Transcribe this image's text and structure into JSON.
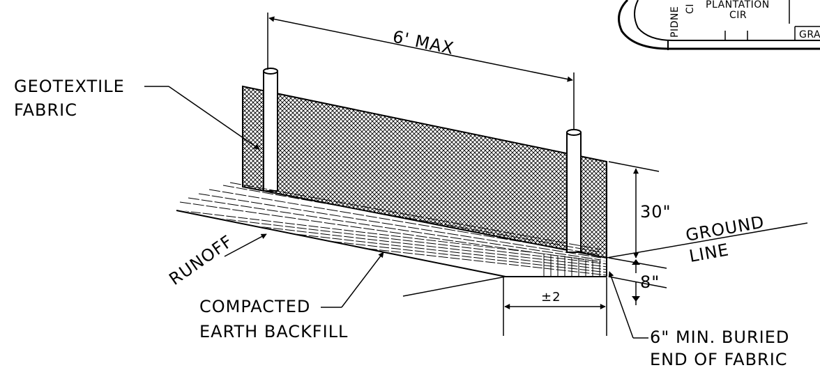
{
  "labels": {
    "dimension_top": "6' MAX",
    "geotextile": "GEOTEXTILE",
    "fabric": "FABRIC",
    "height_30": "30\"",
    "ground": "GROUND",
    "line": "LINE",
    "height_8": "8\"",
    "runoff": "RUNOFF",
    "compacted": "COMPACTED",
    "earth_backfill": "EARTH BACKFILL",
    "plus_minus_2": "±2",
    "min_buried": "6\" MIN. BURIED",
    "end_of_fabric": "END OF FABRIC"
  },
  "inset": {
    "pidne": "PIDNE",
    "ci": "CI",
    "plantation": "PLANTATION",
    "cir": "CIR",
    "gra": "GRA"
  }
}
